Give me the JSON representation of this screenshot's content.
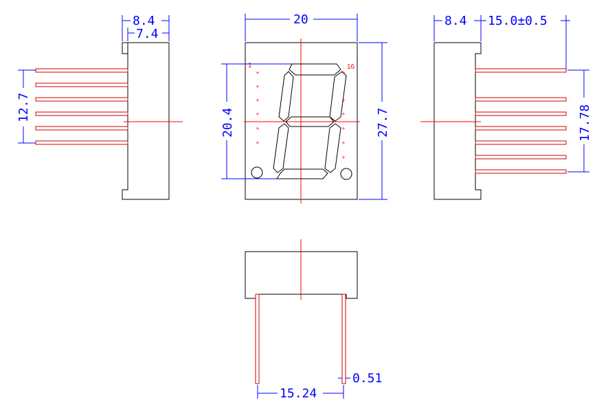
{
  "dimensions": {
    "left_width_outer": "8.4",
    "left_width_inner": "7.4",
    "left_pin_span": "12.7",
    "front_width": "20",
    "front_digit_height": "20.4",
    "front_height": "27.7",
    "right_width": "8.4",
    "right_pin_length": "15.0±0.5",
    "right_pin_span": "17.78",
    "bottom_pin_pitch": "15.24",
    "bottom_pin_diameter": "0.51"
  },
  "pin_labels": {
    "first": "1",
    "last": "16"
  },
  "colors": {
    "outline": "#000000",
    "dimension": "#0000ff",
    "centerline": "#ff0000",
    "pin": "#cc0000"
  }
}
